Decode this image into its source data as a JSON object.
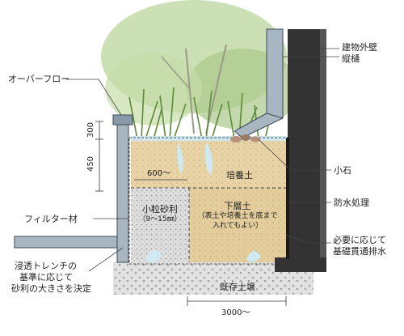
{
  "labels": {
    "overflow": "オーバーフロー",
    "wall": "建物外壁",
    "downpipe": "縦樋",
    "pebbles": "小石",
    "planting_soil": "培養土",
    "waterproofing": "防水処理",
    "filter": "フィルター材",
    "gravel_title": "小粒砂利",
    "gravel_size": "（9～15㎜）",
    "subsoil_title": "下層土",
    "subsoil_note1": "（表土や培養土を底まで",
    "subsoil_note2": "入れてもよい）",
    "drain_note1": "必要に応じて",
    "drain_note2": "基礎貫通排水",
    "trench_note1": "浸透トレンチの",
    "trench_note2": "基準に応じて",
    "trench_note3": "砂利の大きさを決定",
    "existing_soil": "既存土壌"
  },
  "dimensions": {
    "overflow_h": "300",
    "soil_depth": "450",
    "gravel_width": "600～",
    "bed_width": "3000～"
  },
  "colors": {
    "soil": "#e8d3a6",
    "gravel": "#d9d9d9",
    "wall": "#333333",
    "pipe": "#8a9aa8",
    "foliage": "#a9c98a"
  }
}
